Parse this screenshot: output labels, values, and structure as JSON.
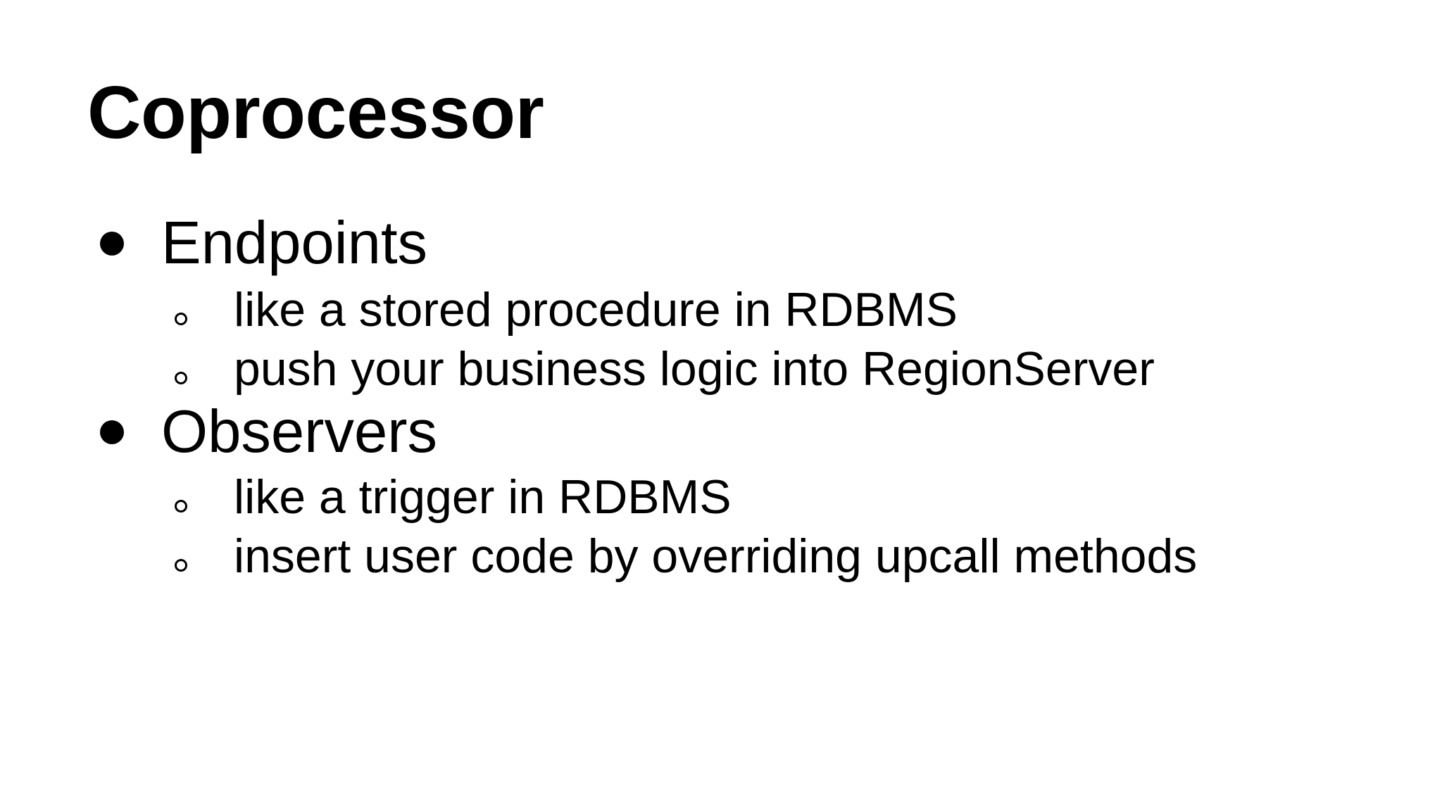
{
  "slide": {
    "title": "Coprocessor",
    "items": [
      {
        "label": "Endpoints",
        "subitems": [
          "like a stored procedure in RDBMS",
          "push your business logic into RegionServer"
        ]
      },
      {
        "label": "Observers",
        "subitems": [
          "like a trigger in RDBMS",
          "insert user code by overriding upcall methods"
        ]
      }
    ]
  }
}
